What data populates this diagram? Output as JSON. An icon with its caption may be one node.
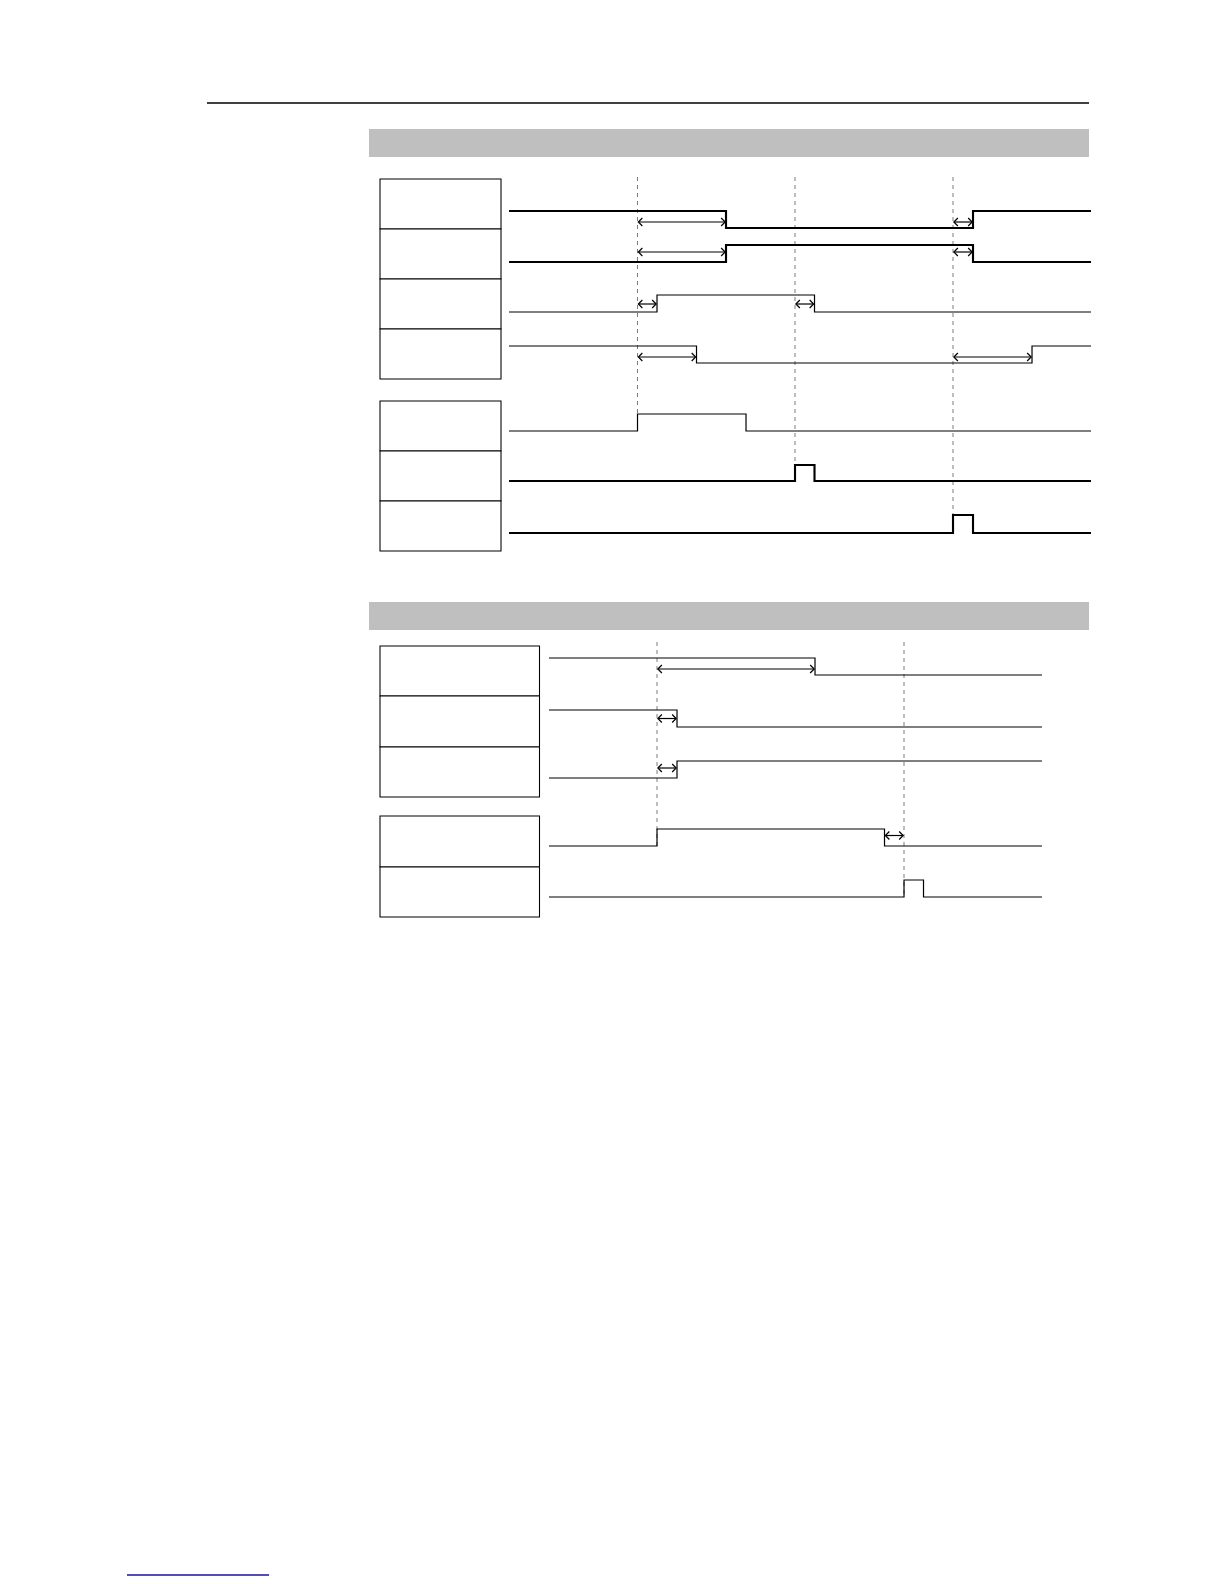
{
  "diagram": {
    "nodes": [
      {
        "text": [],
        "shape": "bar"
      },
      {
        "text": [],
        "shape": "box"
      },
      {
        "text": [],
        "shape": "box"
      },
      {
        "text": [],
        "shape": "box"
      },
      {
        "text": [],
        "shape": "box"
      },
      {
        "text": [],
        "shape": "box"
      },
      {
        "text": [],
        "shape": "box"
      },
      {
        "text": [],
        "shape": "box"
      },
      {
        "text": [],
        "shape": "bar"
      },
      {
        "text": [],
        "shape": "box"
      },
      {
        "text": [],
        "shape": "box"
      },
      {
        "text": [],
        "shape": "box"
      },
      {
        "text": [],
        "shape": "box"
      },
      {
        "text": [],
        "shape": "box"
      }
    ]
  }
}
